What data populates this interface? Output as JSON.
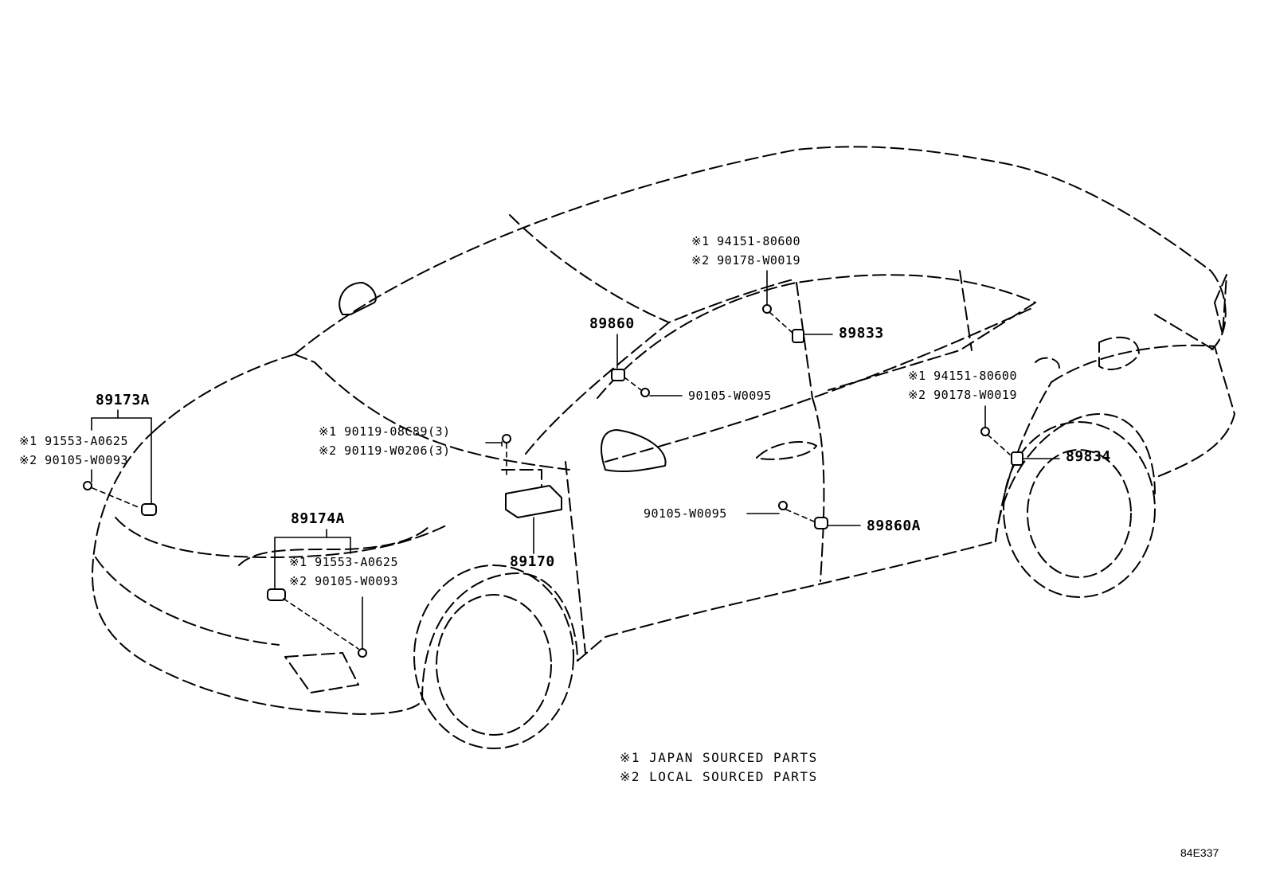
{
  "parts": {
    "p89173A": "89173A",
    "p89174A": "89174A",
    "p89170": "89170",
    "p89860": "89860",
    "p89860A": "89860A",
    "p89833": "89833",
    "p89834": "89834",
    "fl_j": "※1 91553-A0625",
    "fl_l": "※2 90105-W0093",
    "fr_j": "※1 91553-A0625",
    "fr_l": "※2 90105-W0093",
    "ecu_j": "※1 90119-08C89(3)",
    "ecu_l": "※2 90119-W0206(3)",
    "pillar_bolt": "90105-W0095",
    "door_bolt": "90105-W0095",
    "roof_j": "※1 94151-80600",
    "roof_l": "※2 90178-W0019",
    "rear_j": "※1 94151-80600",
    "rear_l": "※2 90178-W0019"
  },
  "notes": {
    "n1": "※1 JAPAN SOURCED PARTS",
    "n2": "※2 LOCAL SOURCED PARTS"
  },
  "figure_code": "84E337"
}
